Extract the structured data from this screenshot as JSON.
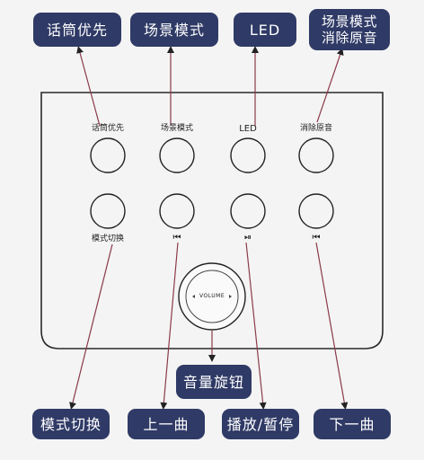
{
  "callouts": {
    "mic_priority": "话筒优先",
    "scene_mode": "场景模式",
    "led": "LED",
    "scene_vocal_remove": "场景模式\n消除原音",
    "volume_knob": "音量旋钮",
    "mode_switch": "模式切换",
    "previous_track": "上一曲",
    "play_pause": "播放/暂停",
    "next_track": "下一曲"
  },
  "panel": {
    "top_row_labels": [
      "话筒优先",
      "场景模式",
      "LED",
      "消除原音"
    ],
    "bottom_row_labels": {
      "mode_switch": "模式切换",
      "prev_icon": "⏮",
      "play_pause_icon": "⏯",
      "next_icon": "⏮"
    },
    "knob_label": "VOLUME"
  },
  "colors": {
    "callout_bg": "#2f3a66",
    "callout_text": "#ffffff",
    "pointer_line": "#8b3a4a",
    "panel_stroke": "#2a2a2a"
  }
}
